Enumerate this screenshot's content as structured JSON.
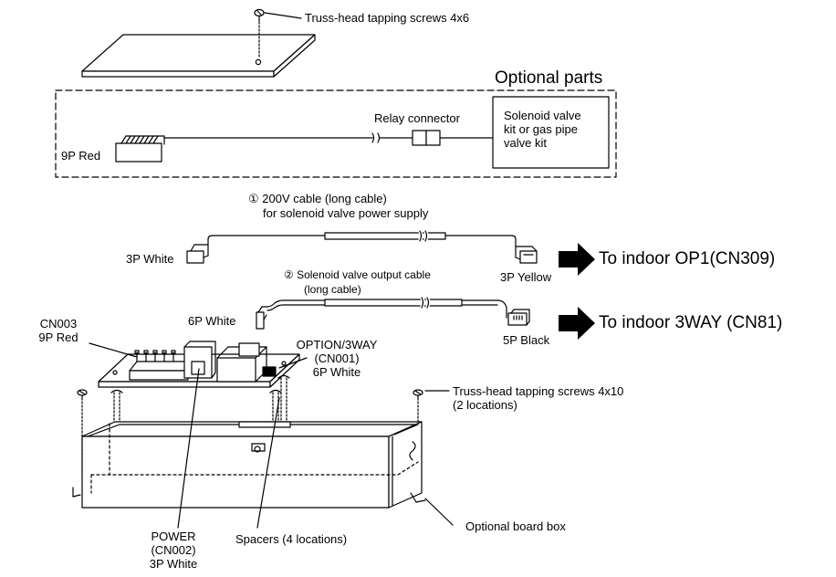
{
  "labels": {
    "top_screw": "Truss-head tapping screws 4x6",
    "optional_parts": "Optional parts",
    "relay_connector": "Relay connector",
    "valve_kit": [
      "Solenoid valve",
      "kit or gas pipe",
      "valve kit"
    ],
    "nine_p_red_top": "9P Red",
    "cable1_title": "① 200V cable (long cable)",
    "cable1_sub": "for solenoid valve power supply",
    "three_p_white_left": "3P White",
    "three_p_yellow": "3P Yellow",
    "to_indoor_op1": "To indoor OP1(CN309)",
    "cable2_title": "② Solenoid valve output cable",
    "cable2_sub": "(long cable)",
    "six_p_white": "6P White",
    "five_p_black": "5P Black",
    "to_indoor_3way": "To indoor 3WAY (CN81)",
    "cn003": [
      "CN003",
      "9P Red"
    ],
    "option_3way": [
      "OPTION/3WAY",
      "(CN001)",
      "6P White"
    ],
    "screws_4x10": [
      "Truss-head tapping screws 4x10",
      "(2 locations)"
    ],
    "power": [
      "POWER",
      "(CN002)",
      "3P White"
    ],
    "spacers": "Spacers (4 locations)",
    "optional_board_box": "Optional board box"
  }
}
